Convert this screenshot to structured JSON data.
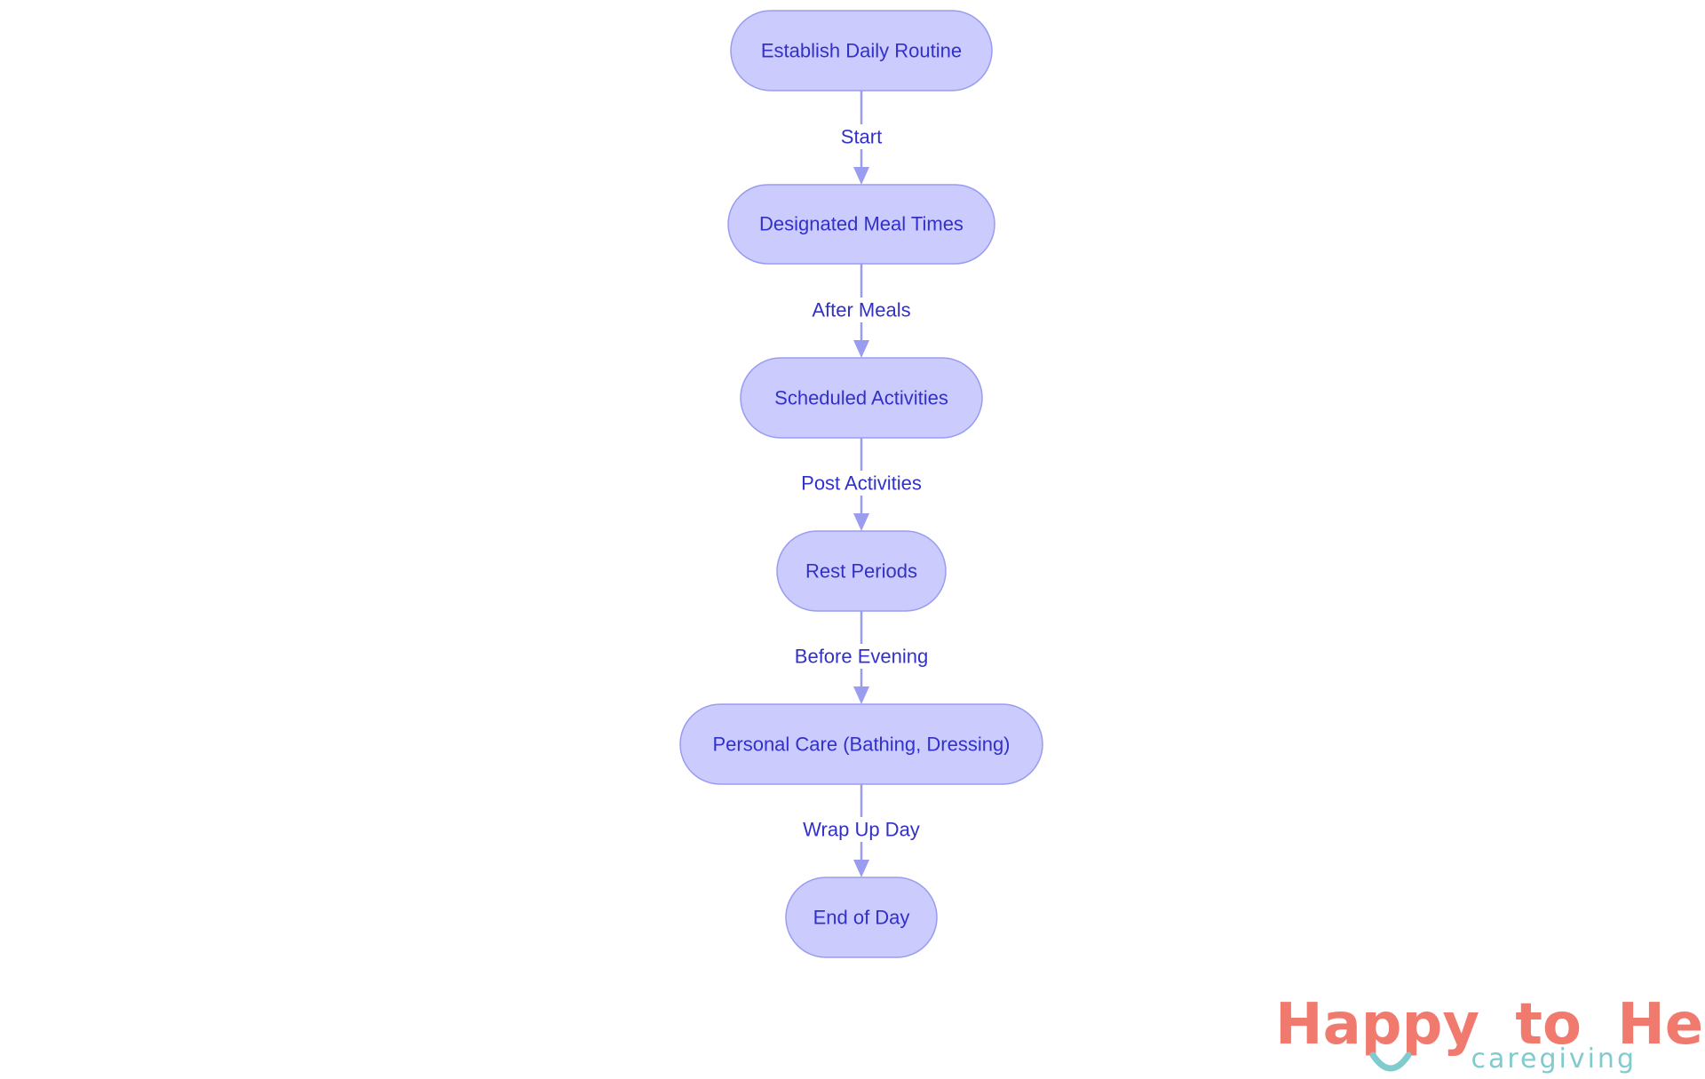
{
  "diagram": {
    "nodes": [
      {
        "id": "establish",
        "label": "Establish Daily Routine"
      },
      {
        "id": "meals",
        "label": "Designated Meal Times"
      },
      {
        "id": "activities",
        "label": "Scheduled Activities"
      },
      {
        "id": "rest",
        "label": "Rest Periods"
      },
      {
        "id": "personal-care",
        "label": "Personal Care (Bathing, Dressing)"
      },
      {
        "id": "end",
        "label": "End of Day"
      }
    ],
    "edges": [
      {
        "from": "establish",
        "to": "meals",
        "label": "Start"
      },
      {
        "from": "meals",
        "to": "activities",
        "label": "After Meals"
      },
      {
        "from": "activities",
        "to": "rest",
        "label": "Post Activities"
      },
      {
        "from": "rest",
        "to": "personal-care",
        "label": "Before Evening"
      },
      {
        "from": "personal-care",
        "to": "end",
        "label": "Wrap Up Day"
      }
    ]
  },
  "logo": {
    "word1": "Happy",
    "word2": "to",
    "word3": "Help",
    "tagline": "caregiving",
    "colors": {
      "primary": "#f07a6e",
      "accent": "#7fcbcd"
    }
  },
  "colors": {
    "node_fill": "#cbcbfd",
    "node_stroke": "#9a9cf0",
    "text": "#3131c9",
    "edge": "#9a9cf0"
  }
}
